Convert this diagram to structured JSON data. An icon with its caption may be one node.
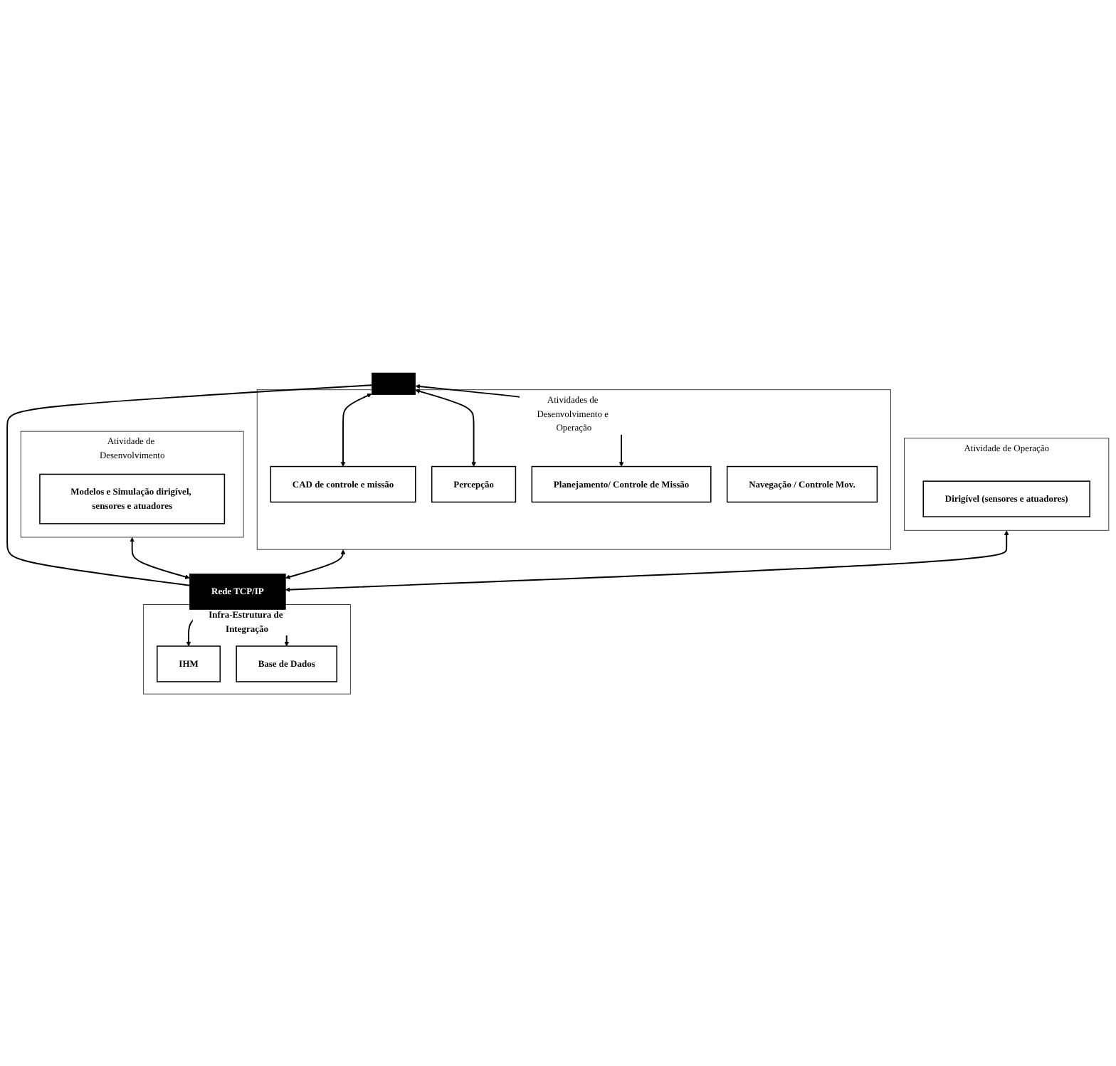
{
  "diagram": {
    "nodes": [
      {
        "text": [
          "Atividade de Desenvolvimento"
        ]
      },
      {
        "text": [
          "Modelos e Simulação dirigível, sensores e atuadores"
        ],
        "in": 0
      },
      {
        "text": [
          "Atividades de Desenvolvimento e Operação"
        ]
      },
      {
        "text": [
          "CAD de controle e missão"
        ],
        "in": 2
      },
      {
        "text": [
          "Percepção"
        ],
        "in": 2
      },
      {
        "text": [
          "Planejamento/ Controle de Missão"
        ],
        "in": 2
      },
      {
        "text": [
          "Navegação / Controle Mov."
        ],
        "in": 2
      },
      {
        "text": [
          "Atividade de Operação"
        ]
      },
      {
        "text": [
          "Dirigível (sensores e atuadores)"
        ],
        "in": 7
      },
      {
        "text": [
          "Rede TCP/IP"
        ]
      },
      {
        "text": [],
        "shape": "bar"
      },
      {
        "text": [
          "Infra-Estrutura de Integração"
        ]
      },
      {
        "text": [
          "IHM"
        ],
        "in": 11
      },
      {
        "text": [
          "Base de Dados"
        ],
        "in": 11
      }
    ],
    "edges": [
      {
        "from": 10,
        "to": 3,
        "arrow": "both"
      },
      {
        "from": 10,
        "to": 4,
        "arrow": "both"
      },
      {
        "from": 10,
        "to": 5,
        "arrow": "both"
      },
      {
        "from": 10,
        "to": 9,
        "arrow": "none"
      },
      {
        "from": 0,
        "to": 9,
        "arrow": "both"
      },
      {
        "from": 2,
        "to": 9,
        "arrow": "both"
      },
      {
        "from": 7,
        "to": 9,
        "arrow": "both"
      },
      {
        "from": 9,
        "to": 12,
        "arrow": "both"
      },
      {
        "from": 9,
        "to": 13,
        "arrow": "both"
      }
    ]
  }
}
